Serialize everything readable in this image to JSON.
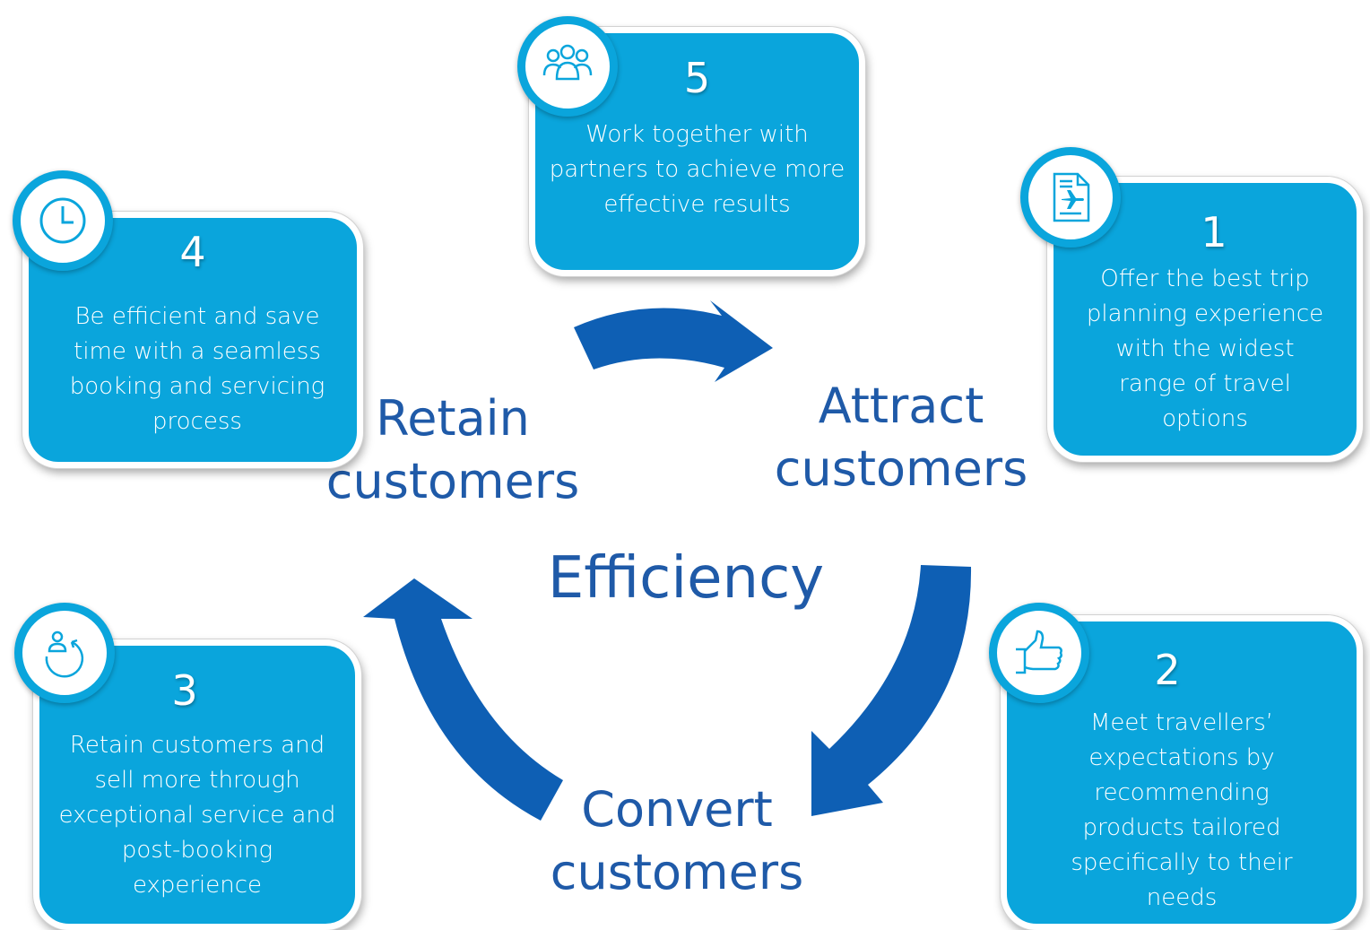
{
  "center": {
    "label": "Efficiency"
  },
  "stages": {
    "retain": {
      "line1": "Retain",
      "line2": "customers"
    },
    "attract": {
      "line1": "Attract",
      "line2": "customers"
    },
    "convert": {
      "line1": "Convert",
      "line2": "customers"
    }
  },
  "cards": [
    {
      "number": "1",
      "icon": "flight-document-icon",
      "text": "Offer the best trip planning experience with the widest range of travel options"
    },
    {
      "number": "2",
      "icon": "thumbs-up-icon",
      "text": "Meet travellers’ expectations by recommending products tailored specifically to their needs"
    },
    {
      "number": "3",
      "icon": "user-refresh-icon",
      "text": "Retain customers and sell more through exceptional service and post-booking experience"
    },
    {
      "number": "4",
      "icon": "clock-icon",
      "text": "Be efficient and save time with a seamless booking and servicing process"
    },
    {
      "number": "5",
      "icon": "team-icon",
      "text": "Work together with partners to achieve more effective results"
    }
  ],
  "colors": {
    "card_fill": "#0aa5dc",
    "arrow_fill": "#0e5fb4",
    "label_text": "#1f5aa8"
  }
}
